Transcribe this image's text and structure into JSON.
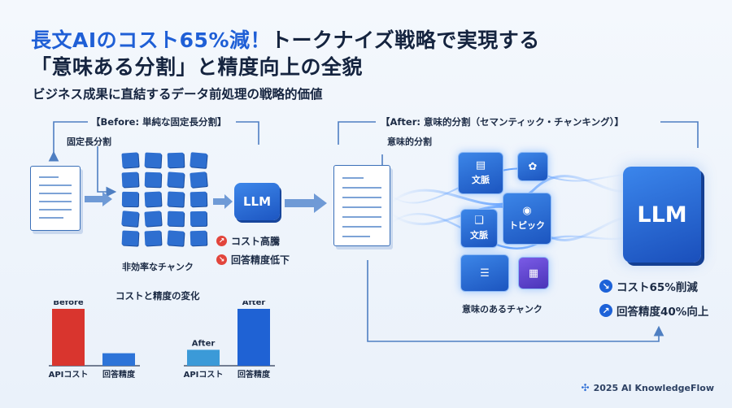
{
  "header": {
    "title_part1": "長文AIのコスト65%減！",
    "title_part2": "トークナイズ戦略で実現する",
    "title_line2": "「意味ある分割」と精度向上の全貌",
    "subtitle": "ビジネス成果に直結するデータ前処理の戦略的価値"
  },
  "before": {
    "section_label": "【Before: 単純な固定長分割】",
    "split_label": "固定長分割",
    "chunks_label": "非効率なチャンク",
    "llm_label": "LLM",
    "issues": [
      {
        "icon": "trend-up-icon",
        "text": "コスト高騰"
      },
      {
        "icon": "trend-down-icon",
        "text": "回答精度低下"
      }
    ]
  },
  "after": {
    "section_label": "【After: 意味的分割（セマンティック・チャンキング）】",
    "split_label": "意味的分割",
    "chunks_label": "意味のあるチャンク",
    "tiles": {
      "context_1": "文脈",
      "context_2": "文脈",
      "topic": "トピック"
    },
    "llm_label": "LLM",
    "results": [
      {
        "icon": "trend-down-icon",
        "text": "コスト65%削減"
      },
      {
        "icon": "trend-up-icon",
        "text": "回答精度40%向上"
      }
    ]
  },
  "chart_data": [
    {
      "type": "bar",
      "title": "コストと精度の変化",
      "categories": [
        "APIコスト",
        "回答精度"
      ],
      "series": [
        {
          "name": "Before",
          "values": [
            1.0,
            0.22
          ]
        }
      ],
      "colors": [
        "#d9352e",
        "#2d74d8"
      ]
    },
    {
      "type": "bar",
      "title": "",
      "categories": [
        "APIコスト",
        "回答精度"
      ],
      "series": [
        {
          "name": "After",
          "values": [
            0.28,
            1.0
          ]
        }
      ],
      "colors": [
        "#3b9ad8",
        "#1f62d4"
      ]
    }
  ],
  "footer": {
    "text": "2025 AI KnowledgeFlow"
  },
  "colors": {
    "accent": "#1f5fd6",
    "dark": "#15243f",
    "red": "#e2453c"
  }
}
